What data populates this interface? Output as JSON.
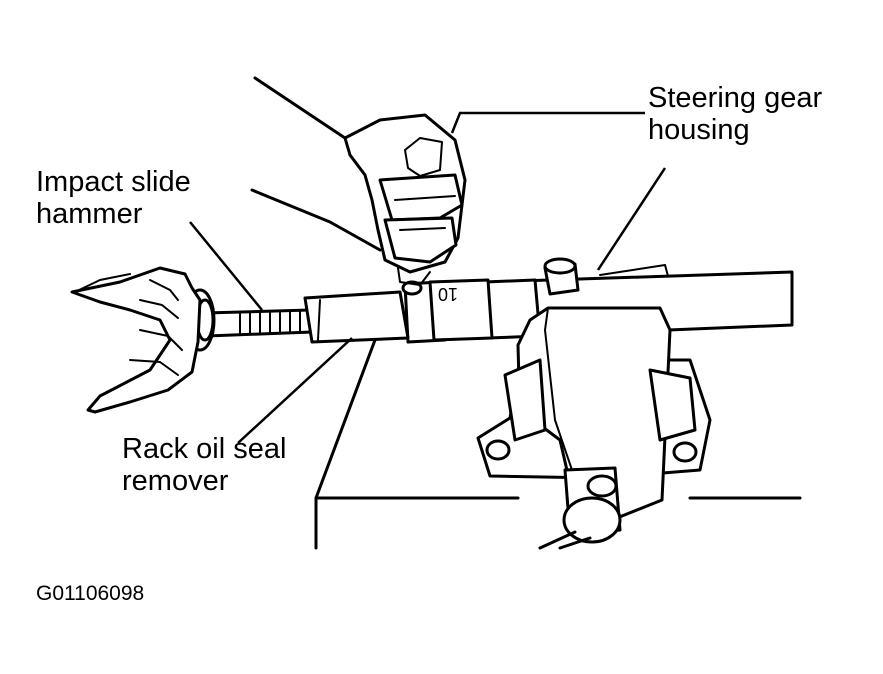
{
  "labels": {
    "steering_gear_housing": [
      "Steering gear",
      "housing"
    ],
    "impact_slide_hammer": [
      "Impact slide",
      "hammer"
    ],
    "rack_oil_seal_remover": [
      "Rack oil seal",
      "remover"
    ],
    "housing_mark": "10"
  },
  "figure_code": "G01106098"
}
